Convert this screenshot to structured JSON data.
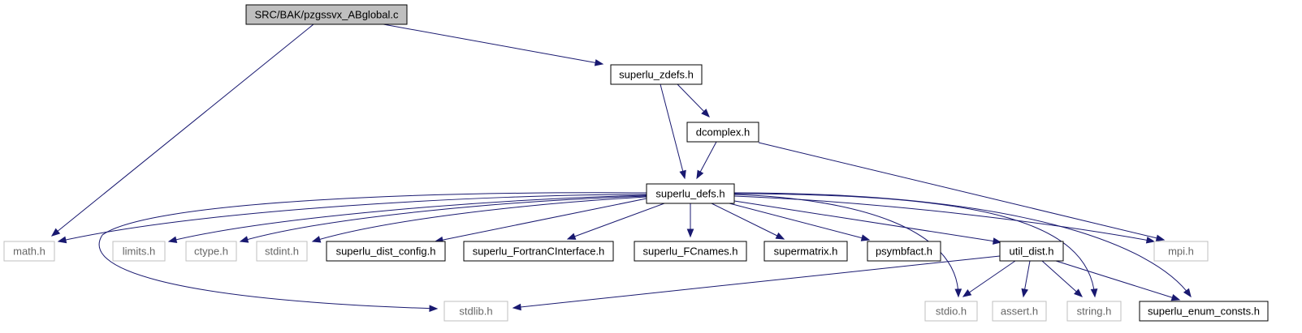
{
  "graph": {
    "root": "SRC/BAK/pzgssvx_ABglobal.c",
    "nodes": {
      "root": {
        "label": "SRC/BAK/pzgssvx_ABglobal.c",
        "kind": "root"
      },
      "superlu_zdefs": {
        "label": "superlu_zdefs.h",
        "kind": "documented"
      },
      "dcomplex": {
        "label": "dcomplex.h",
        "kind": "documented"
      },
      "superlu_defs": {
        "label": "superlu_defs.h",
        "kind": "documented"
      },
      "math": {
        "label": "math.h",
        "kind": "external"
      },
      "limits": {
        "label": "limits.h",
        "kind": "external"
      },
      "ctype": {
        "label": "ctype.h",
        "kind": "external"
      },
      "stdint": {
        "label": "stdint.h",
        "kind": "external"
      },
      "superlu_dist_config": {
        "label": "superlu_dist_config.h",
        "kind": "documented"
      },
      "superlu_FortranCInterface": {
        "label": "superlu_FortranCInterface.h",
        "kind": "documented"
      },
      "superlu_FCnames": {
        "label": "superlu_FCnames.h",
        "kind": "documented"
      },
      "supermatrix": {
        "label": "supermatrix.h",
        "kind": "documented"
      },
      "psymbfact": {
        "label": "psymbfact.h",
        "kind": "documented"
      },
      "util_dist": {
        "label": "util_dist.h",
        "kind": "documented"
      },
      "mpi": {
        "label": "mpi.h",
        "kind": "external"
      },
      "stdlib": {
        "label": "stdlib.h",
        "kind": "external"
      },
      "stdio": {
        "label": "stdio.h",
        "kind": "external"
      },
      "assert": {
        "label": "assert.h",
        "kind": "external"
      },
      "string": {
        "label": "string.h",
        "kind": "external"
      },
      "superlu_enum_consts": {
        "label": "superlu_enum_consts.h",
        "kind": "documented"
      }
    },
    "edges": [
      [
        "root",
        "math"
      ],
      [
        "root",
        "superlu_zdefs"
      ],
      [
        "superlu_zdefs",
        "superlu_defs"
      ],
      [
        "superlu_zdefs",
        "dcomplex"
      ],
      [
        "dcomplex",
        "superlu_defs"
      ],
      [
        "dcomplex",
        "mpi"
      ],
      [
        "superlu_defs",
        "math"
      ],
      [
        "superlu_defs",
        "limits"
      ],
      [
        "superlu_defs",
        "ctype"
      ],
      [
        "superlu_defs",
        "stdint"
      ],
      [
        "superlu_defs",
        "superlu_dist_config"
      ],
      [
        "superlu_defs",
        "superlu_FortranCInterface"
      ],
      [
        "superlu_defs",
        "superlu_FCnames"
      ],
      [
        "superlu_defs",
        "supermatrix"
      ],
      [
        "superlu_defs",
        "psymbfact"
      ],
      [
        "superlu_defs",
        "util_dist"
      ],
      [
        "superlu_defs",
        "mpi"
      ],
      [
        "superlu_defs",
        "stdlib"
      ],
      [
        "superlu_defs",
        "stdio"
      ],
      [
        "superlu_defs",
        "string"
      ],
      [
        "superlu_defs",
        "superlu_enum_consts"
      ],
      [
        "util_dist",
        "stdlib"
      ],
      [
        "util_dist",
        "stdio"
      ],
      [
        "util_dist",
        "assert"
      ],
      [
        "util_dist",
        "string"
      ],
      [
        "util_dist",
        "superlu_enum_consts"
      ]
    ]
  },
  "colors": {
    "edge": "#191970",
    "root_fill": "#bfbfbf",
    "documented_border": "#000000",
    "external_border": "#bfbfbf",
    "external_text": "#666666"
  }
}
